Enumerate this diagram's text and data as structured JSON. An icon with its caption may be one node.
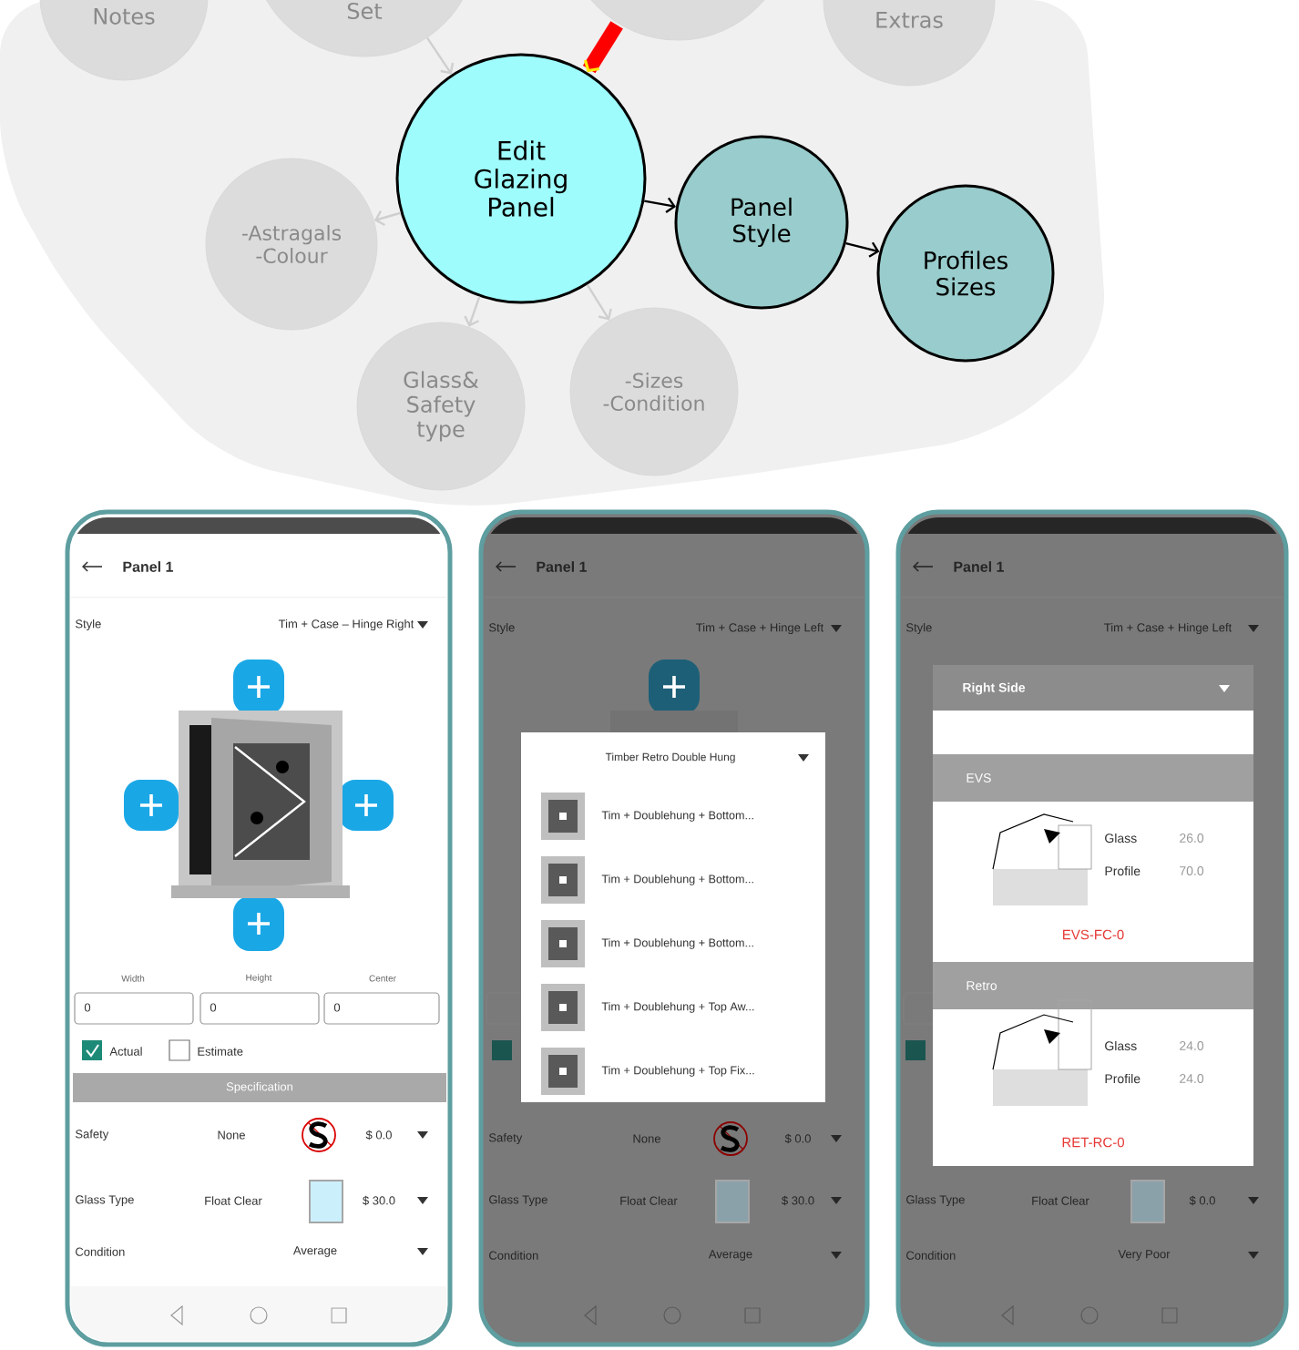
{
  "diagram": {
    "nodes": [
      {
        "text": [
          "Notes"
        ]
      },
      {
        "text": [
          "Set"
        ]
      },
      {
        "text": [],
        "shape": "circle"
      },
      {
        "text": [
          "Extras"
        ]
      },
      {
        "text": [
          "Edit Glazing Panel"
        ]
      },
      {
        "text": [
          "Panel Style"
        ]
      },
      {
        "text": [
          "Profiles Sizes"
        ]
      },
      {
        "text": [
          "-Astragals -Colour"
        ]
      },
      {
        "text": [
          "Glass& Safety type"
        ]
      },
      {
        "text": [
          "-Sizes -Condition"
        ]
      },
      {
        "text": [
          "Panel 1"
        ]
      },
      {
        "text": [
          "Panel 1"
        ]
      },
      {
        "text": [
          "Panel 1"
        ]
      },
      {
        "text": [
          "Timber Retro Double Hung",
          "Tim + Doublehung + Bottom...",
          "Tim + Doublehung + Bottom...",
          "Tim + Doublehung + Bottom...",
          "Tim + Doublehung + Top Aw...",
          "Tim + Doublehung + Top Fix..."
        ],
        "in": 11
      },
      {
        "text": [
          "Right Side",
          "EVS",
          "Glass",
          "26.0",
          "Profile",
          "70.0",
          "EVS-FC-0",
          "Retro",
          "Glass",
          "24.0",
          "Profile",
          "24.0",
          "RET-RC-0"
        ],
        "in": 12
      }
    ],
    "edges": [
      {
        "from": 1,
        "to": 4,
        "arrow": "to"
      },
      {
        "from": 2,
        "to": 4,
        "arrow": "to",
        "style": "thick",
        "color": "#ff0000"
      },
      {
        "from": 4,
        "to": 5,
        "arrow": "to",
        "color": "#000000"
      },
      {
        "from": 5,
        "to": 6,
        "arrow": "to",
        "color": "#000000"
      },
      {
        "from": 4,
        "to": 7,
        "arrow": "to"
      },
      {
        "from": 4,
        "to": 8,
        "arrow": "to"
      },
      {
        "from": 4,
        "to": 9,
        "arrow": "to"
      }
    ],
    "labels": [
      "Style",
      "Tim + Case – Hinge Right",
      "Width",
      "Height",
      "Center",
      "0",
      "0",
      "0",
      "Actual",
      "Estimate",
      "Specification",
      "Safety",
      "None",
      "$ 0.0",
      "Glass Type",
      "Float Clear",
      "$ 30.0",
      "Condition",
      "Average",
      "Style",
      "Tim + Case + Hinge Left",
      "Safety",
      "None",
      "$ 0.0",
      "Glass Type",
      "Float Clear",
      "$ 30.0",
      "Condition",
      "Average",
      "Style",
      "Tim + Case + Hinge Left",
      "Glass Type",
      "Float Clear",
      "$ 0.0",
      "Condition",
      "Very Poor"
    ]
  }
}
